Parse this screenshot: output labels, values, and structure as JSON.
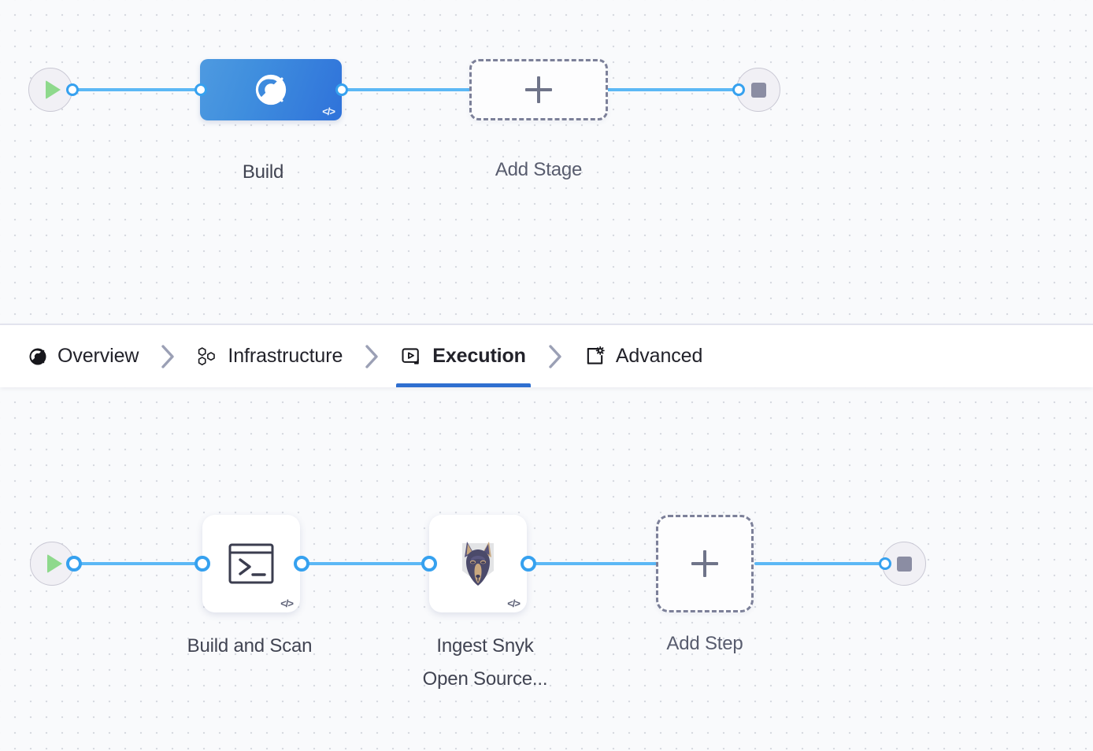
{
  "stage_flow": {
    "start_node": {
      "name": "pipeline-start",
      "icon": "play-icon"
    },
    "end_node": {
      "name": "pipeline-end",
      "icon": "stop-icon"
    },
    "nodes": [
      {
        "id": "build",
        "label": "Build",
        "type": "stage",
        "icon": "build-scan-icon",
        "badge": "</>",
        "selected": true
      },
      {
        "id": "add-stage",
        "label": "Add Stage",
        "type": "add",
        "icon": "plus-icon"
      }
    ]
  },
  "tabbar": {
    "separator_icon": "chevron-right-icon",
    "active_tab": "Execution",
    "accent_color": "#2f6fd0",
    "tabs": [
      {
        "id": "overview",
        "label": "Overview",
        "icon": "build-scan-icon",
        "active": false
      },
      {
        "id": "infrastructure",
        "label": "Infrastructure",
        "icon": "hexagons-icon",
        "active": false
      },
      {
        "id": "execution",
        "label": "Execution",
        "icon": "play-box-icon",
        "active": true
      },
      {
        "id": "advanced",
        "label": "Advanced",
        "icon": "frame-gear-icon",
        "active": false
      }
    ]
  },
  "step_flow": {
    "start_node": {
      "name": "execution-start",
      "icon": "play-icon"
    },
    "end_node": {
      "name": "execution-end",
      "icon": "stop-icon"
    },
    "nodes": [
      {
        "id": "build-and-scan",
        "label": "Build and Scan",
        "type": "step",
        "icon": "terminal-icon",
        "badge": "</>"
      },
      {
        "id": "ingest-snyk",
        "label": "Ingest Snyk\nOpen Source...",
        "type": "step",
        "icon": "snyk-dog-icon",
        "badge": "</>"
      },
      {
        "id": "add-step",
        "label": "Add Step",
        "type": "add",
        "icon": "plus-icon"
      }
    ]
  },
  "theme": {
    "canvas_bg": "#f9fafc",
    "grid_dot": "#d7dae1",
    "edge_color": "#5cb8f5",
    "port_color": "#36a1ef",
    "stage_gradient_from": "#4e9ae0",
    "stage_gradient_to": "#2f72da",
    "play_green": "#8ed98c",
    "stop_gray": "#8b8da3"
  }
}
